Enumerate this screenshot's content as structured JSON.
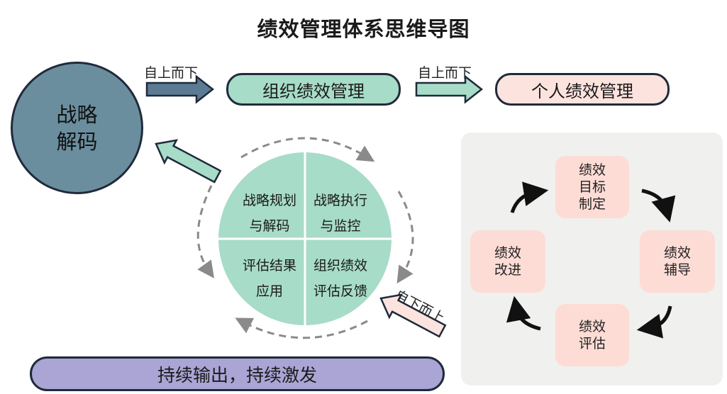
{
  "title": "绩效管理体系思维导图",
  "strategy": {
    "line1": "战略",
    "line2": "解码"
  },
  "org_label": "组织绩效管理",
  "personal_label": "个人绩效管理",
  "top_down_label": "自上而下",
  "bottom_up_label": "自下而上",
  "cycle": {
    "q1": {
      "line1": "战略规划",
      "line2": "与解码"
    },
    "q2": {
      "line1": "战略执行",
      "line2": "与监控"
    },
    "q3": {
      "line1": "评估结果",
      "line2": "应用"
    },
    "q4": {
      "line1": "组织绩效",
      "line2": "评估反馈"
    }
  },
  "individual_cycle": {
    "goal": [
      "绩效",
      "目标",
      "制定"
    ],
    "coach": [
      "绩效",
      "辅导"
    ],
    "evaluate": [
      "绩效",
      "评估"
    ],
    "improve": [
      "绩效",
      "改进"
    ]
  },
  "footer": "持续输出，持续激发",
  "colors": {
    "strategy": "#6b8e9e",
    "org": "#a7dcc8",
    "personal": "#fde3de",
    "footer": "#aaa5d5",
    "outline": "#1f2a3a",
    "panel": "#f0f0ee",
    "node": "#fddcd6"
  }
}
